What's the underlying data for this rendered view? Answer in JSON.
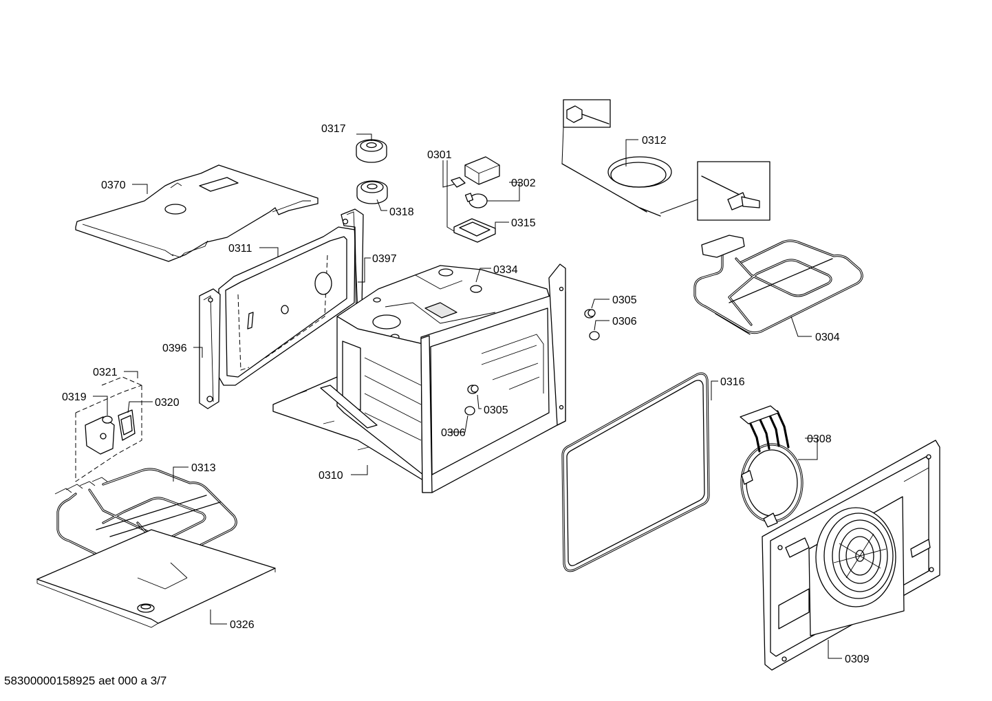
{
  "labels": {
    "p0317": "0317",
    "p0318": "0318",
    "p0370": "0370",
    "p0301": "0301",
    "p0302": "0302",
    "p0315": "0315",
    "p0312": "0312",
    "p0311": "0311",
    "p0397": "0397",
    "p0334": "0334",
    "p0305a": "0305",
    "p0306a": "0306",
    "p0304": "0304",
    "p0396": "0396",
    "p0321": "0321",
    "p0319": "0319",
    "p0320": "0320",
    "p0305b": "0305",
    "p0306b": "0306",
    "p0316": "0316",
    "p0308": "0308",
    "p0313": "0313",
    "p0310": "0310",
    "p0326": "0326",
    "p0309": "0309"
  },
  "footer": "58300000158925 aet 000 a 3/7"
}
